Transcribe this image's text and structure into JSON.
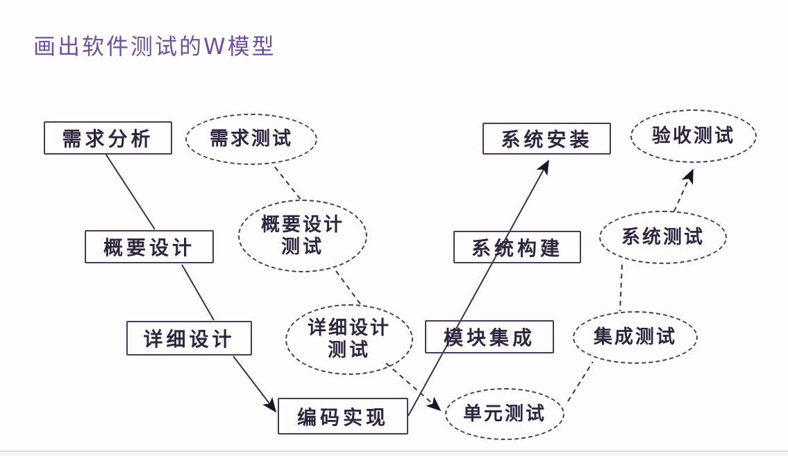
{
  "title": "画出软件测试的W模型",
  "colors": {
    "line_stroke": "#3a2d52",
    "arrowhead": "#1a1426",
    "box_border": "#473a60",
    "node_text": "#2e2540",
    "title_text": "#6f4fa3"
  },
  "dev_steps": {
    "req_analysis": {
      "label": "需求分析"
    },
    "outline_design": {
      "label": "概要设计"
    },
    "detail_design": {
      "label": "详细设计"
    },
    "coding": {
      "label": "编码实现"
    },
    "module_integration": {
      "label": "模块集成"
    },
    "system_build": {
      "label": "系统构建"
    },
    "system_install": {
      "label": "系统安装"
    }
  },
  "test_steps": {
    "req_test": {
      "label": "需求测试"
    },
    "outline_test": {
      "line1": "概要设计",
      "line2": "测试"
    },
    "detail_test": {
      "line1": "详细设计",
      "line2": "测试"
    },
    "unit_test": {
      "label": "单元测试"
    },
    "integration_test": {
      "label": "集成测试"
    },
    "system_test": {
      "label": "系统测试"
    },
    "acceptance_test": {
      "label": "验收测试"
    }
  }
}
